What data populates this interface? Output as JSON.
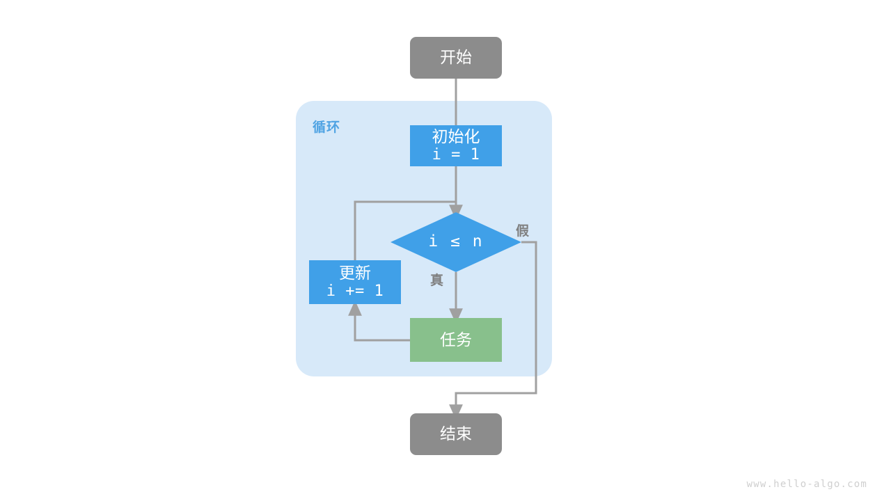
{
  "diagram": {
    "title_watermark": "www.hello-algo.com",
    "group": {
      "label": "循环",
      "color": "#D7E9F9",
      "label_color": "#4FA3E3"
    },
    "colors": {
      "terminal": "#8C8C8C",
      "process": "#40A0E8",
      "decision": "#40A0E8",
      "task": "#88C08C",
      "edge": "#A0A0A0",
      "text": "#FFFFFF",
      "edge_label": "#7F7F7F",
      "background": "#FFFFFF",
      "watermark": "#CFCFCF"
    },
    "nodes": {
      "start": {
        "label": "开始",
        "shape": "rounded-rect",
        "fill": "#8C8C8C"
      },
      "init": {
        "label_line1": "初始化",
        "label_line2": "i = 1",
        "shape": "rect",
        "fill": "#40A0E8"
      },
      "decision": {
        "label": "i ≤ n",
        "shape": "diamond",
        "fill": "#40A0E8"
      },
      "update": {
        "label_line1": "更新",
        "label_line2": "i += 1",
        "shape": "rect",
        "fill": "#40A0E8"
      },
      "task": {
        "label": "任务",
        "shape": "rect",
        "fill": "#88C08C"
      },
      "end": {
        "label": "结束",
        "shape": "rounded-rect",
        "fill": "#8C8C8C"
      }
    },
    "edge_labels": {
      "true": "真",
      "false": "假"
    }
  }
}
